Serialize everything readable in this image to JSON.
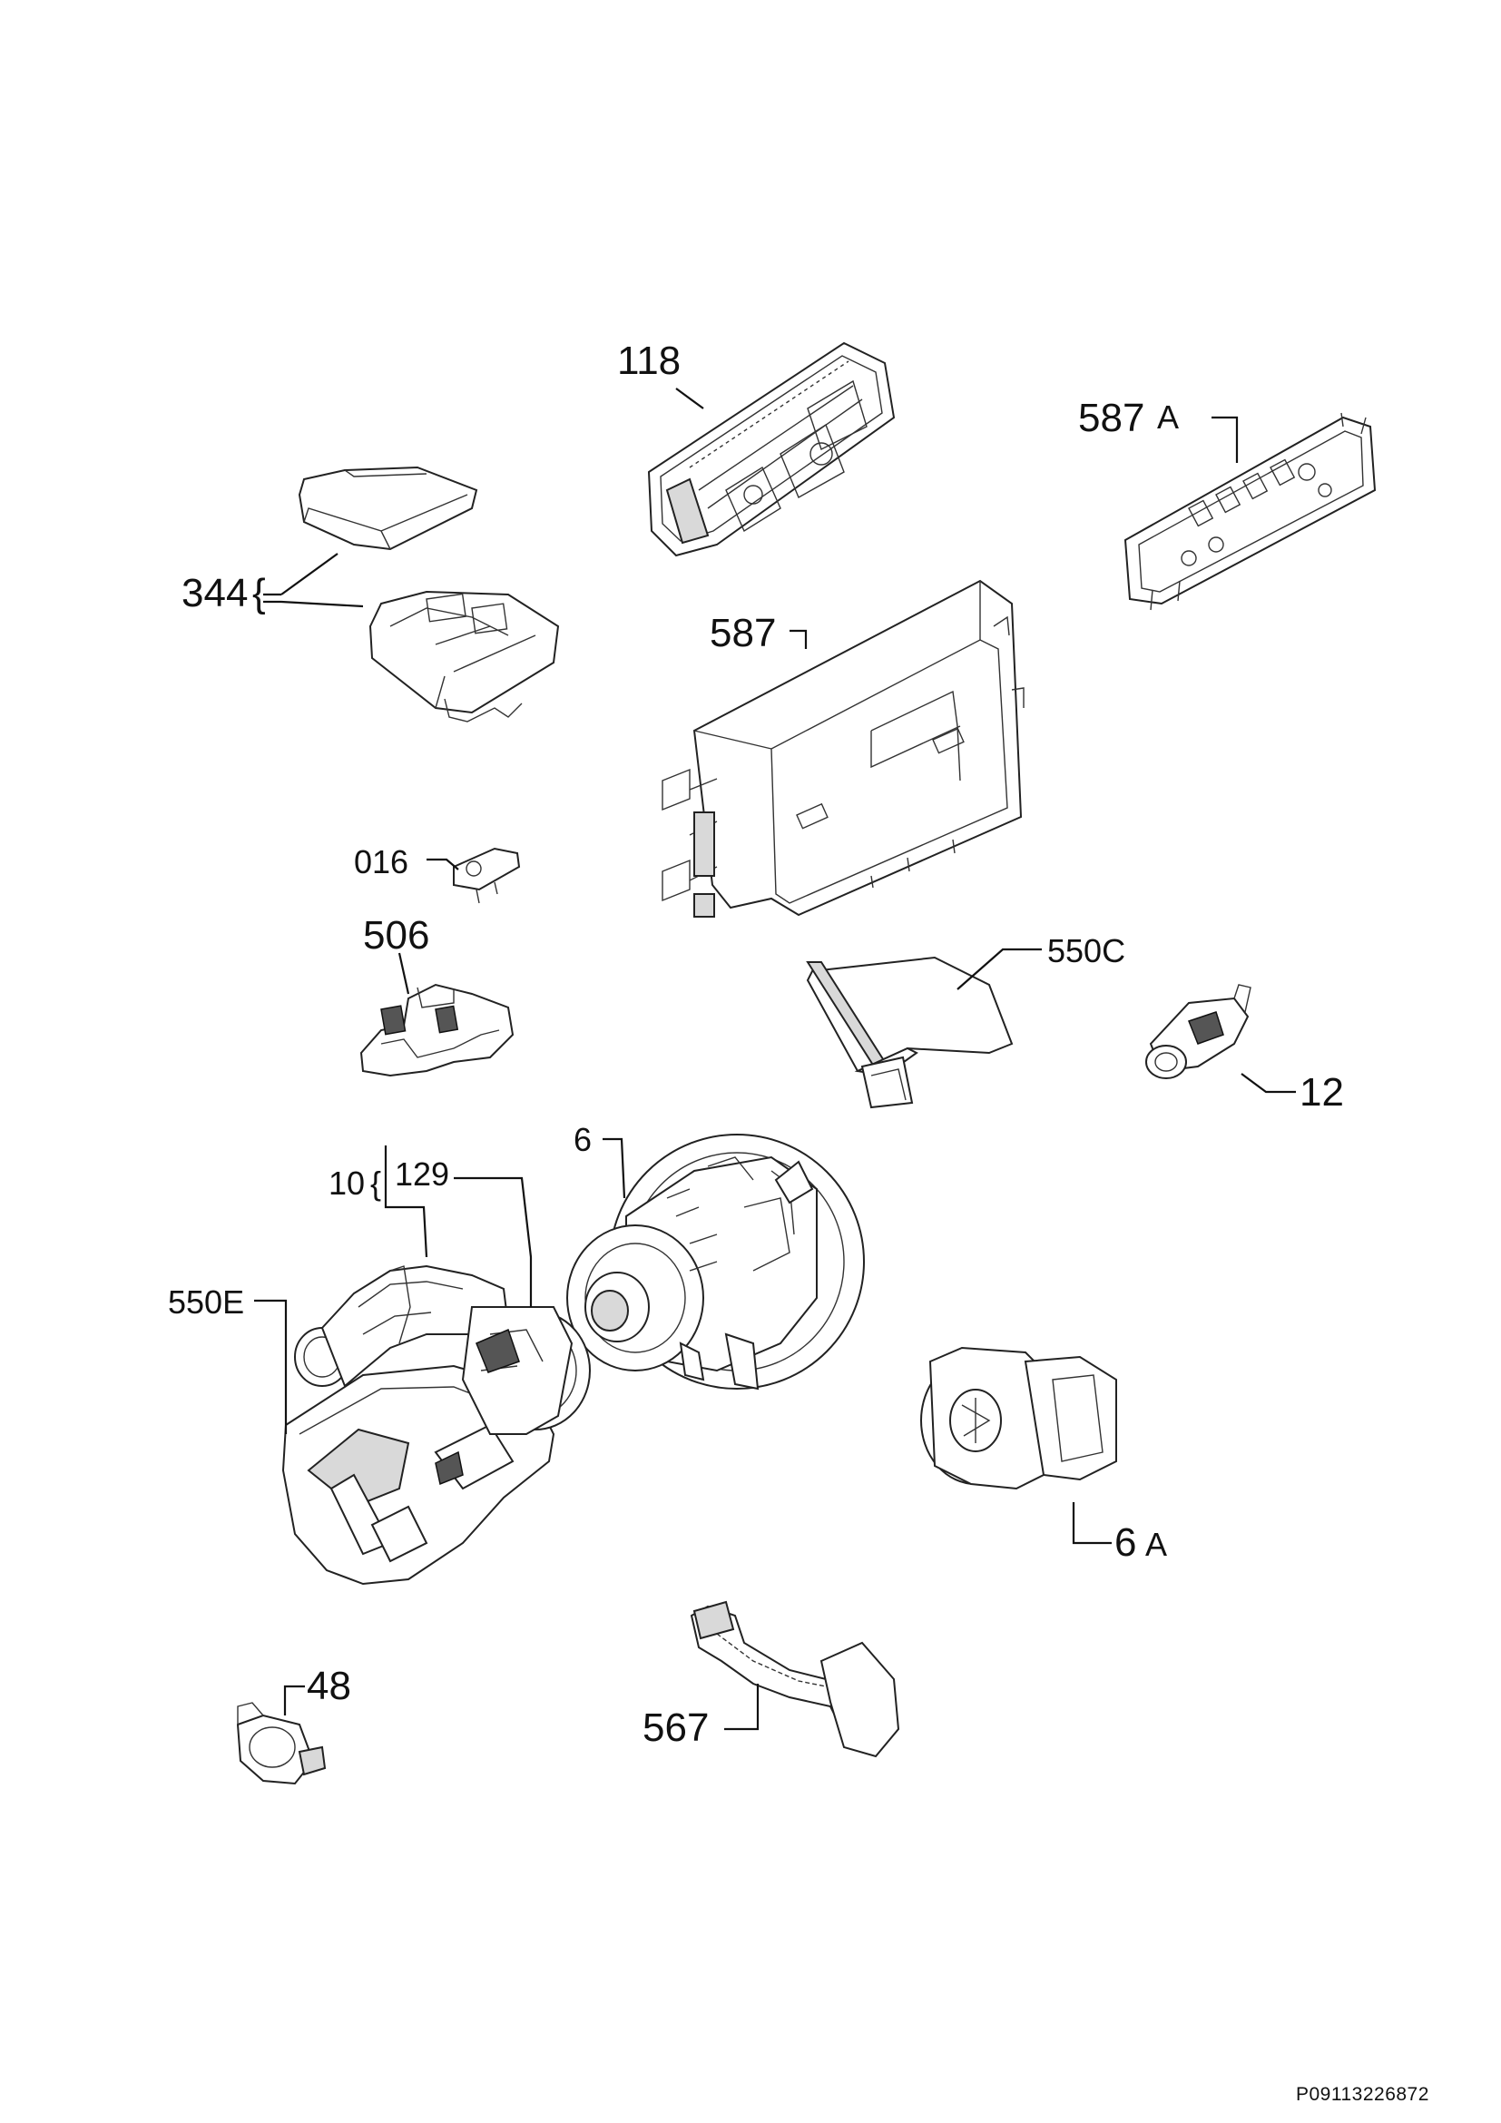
{
  "parts": [
    {
      "id": "p118",
      "label": "118"
    },
    {
      "id": "p587a",
      "label": "587",
      "suffix": "A"
    },
    {
      "id": "p344",
      "label": "344"
    },
    {
      "id": "p587",
      "label": "587"
    },
    {
      "id": "p016",
      "label": "016"
    },
    {
      "id": "p506",
      "label": "506"
    },
    {
      "id": "p550c",
      "label": "550C"
    },
    {
      "id": "p12",
      "label": "12"
    },
    {
      "id": "p6",
      "label": "6"
    },
    {
      "id": "p10",
      "label": "10"
    },
    {
      "id": "p129",
      "label": "129"
    },
    {
      "id": "p550e",
      "label": "550E"
    },
    {
      "id": "p6a",
      "label": "6",
      "suffix": "A"
    },
    {
      "id": "p48",
      "label": "48"
    },
    {
      "id": "p567",
      "label": "567"
    }
  ],
  "footer": {
    "doc_id": "P09113226872"
  }
}
